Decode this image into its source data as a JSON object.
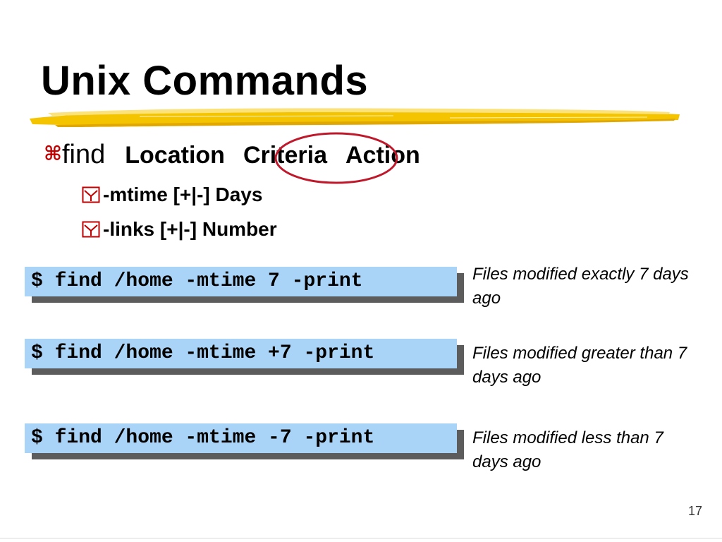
{
  "title": "Unix Commands",
  "main_bullet": {
    "command": "find",
    "keywords": [
      "Location",
      "Criteria",
      "Action"
    ]
  },
  "sub_bullets": [
    "-mtime [+|-] Days",
    "-links [+|-] Number"
  ],
  "examples": [
    {
      "command": "$ find /home -mtime 7 -print",
      "description": "Files modified exactly 7 days ago"
    },
    {
      "command": "$ find /home -mtime +7 -print",
      "description": "Files modified greater than 7 days ago"
    },
    {
      "command": "$ find /home -mtime -7 -print",
      "description": "Files modified less than 7 days ago"
    }
  ],
  "page_number": "17",
  "colors": {
    "accent_underline": "#f5c400",
    "bullet_glyph": "#c00000",
    "highlight_ellipse": "#c0182b",
    "command_box": "#a9d4f8",
    "command_shadow": "#5c5c5c"
  },
  "icons": {
    "main_bullet": "command-key-icon",
    "sub_bullet": "checkbox-icon"
  }
}
